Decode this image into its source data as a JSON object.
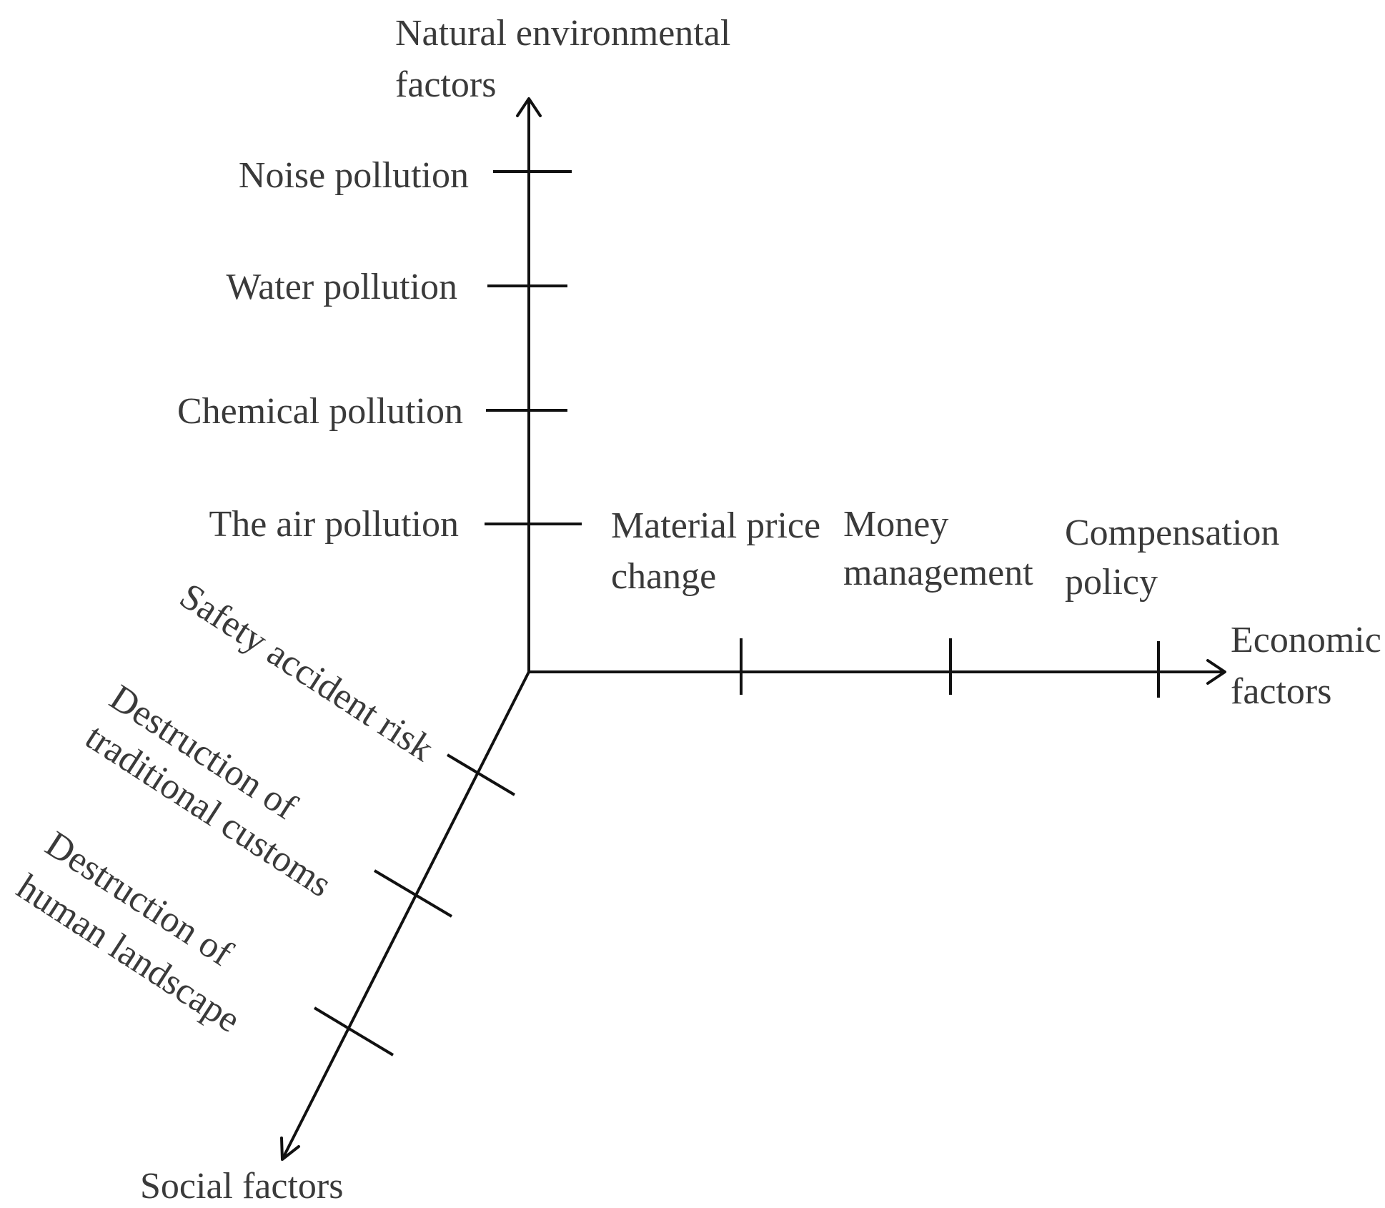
{
  "diagram": {
    "axes": {
      "vertical": {
        "title_line1": "Natural environmental",
        "title_line2": "factors",
        "items": [
          "Noise pollution",
          "Water pollution",
          "Chemical pollution",
          "The air pollution"
        ]
      },
      "horizontal": {
        "title_line1": "Economic",
        "title_line2": "factors",
        "items": [
          {
            "line1": "Material price",
            "line2": "change"
          },
          {
            "line1": "Money",
            "line2": "management"
          },
          {
            "line1": "Compensation",
            "line2": "policy"
          }
        ]
      },
      "diagonal": {
        "title": "Social factors",
        "items": [
          {
            "line1": "Safety accident risk",
            "line2": ""
          },
          {
            "line1": "Destruction of",
            "line2": "traditional customs"
          },
          {
            "line1": "Destruction of",
            "line2": "human landscape"
          }
        ]
      }
    },
    "colors": {
      "axis": "#111111",
      "text": "#3a3a3a",
      "background": "#ffffff"
    }
  }
}
